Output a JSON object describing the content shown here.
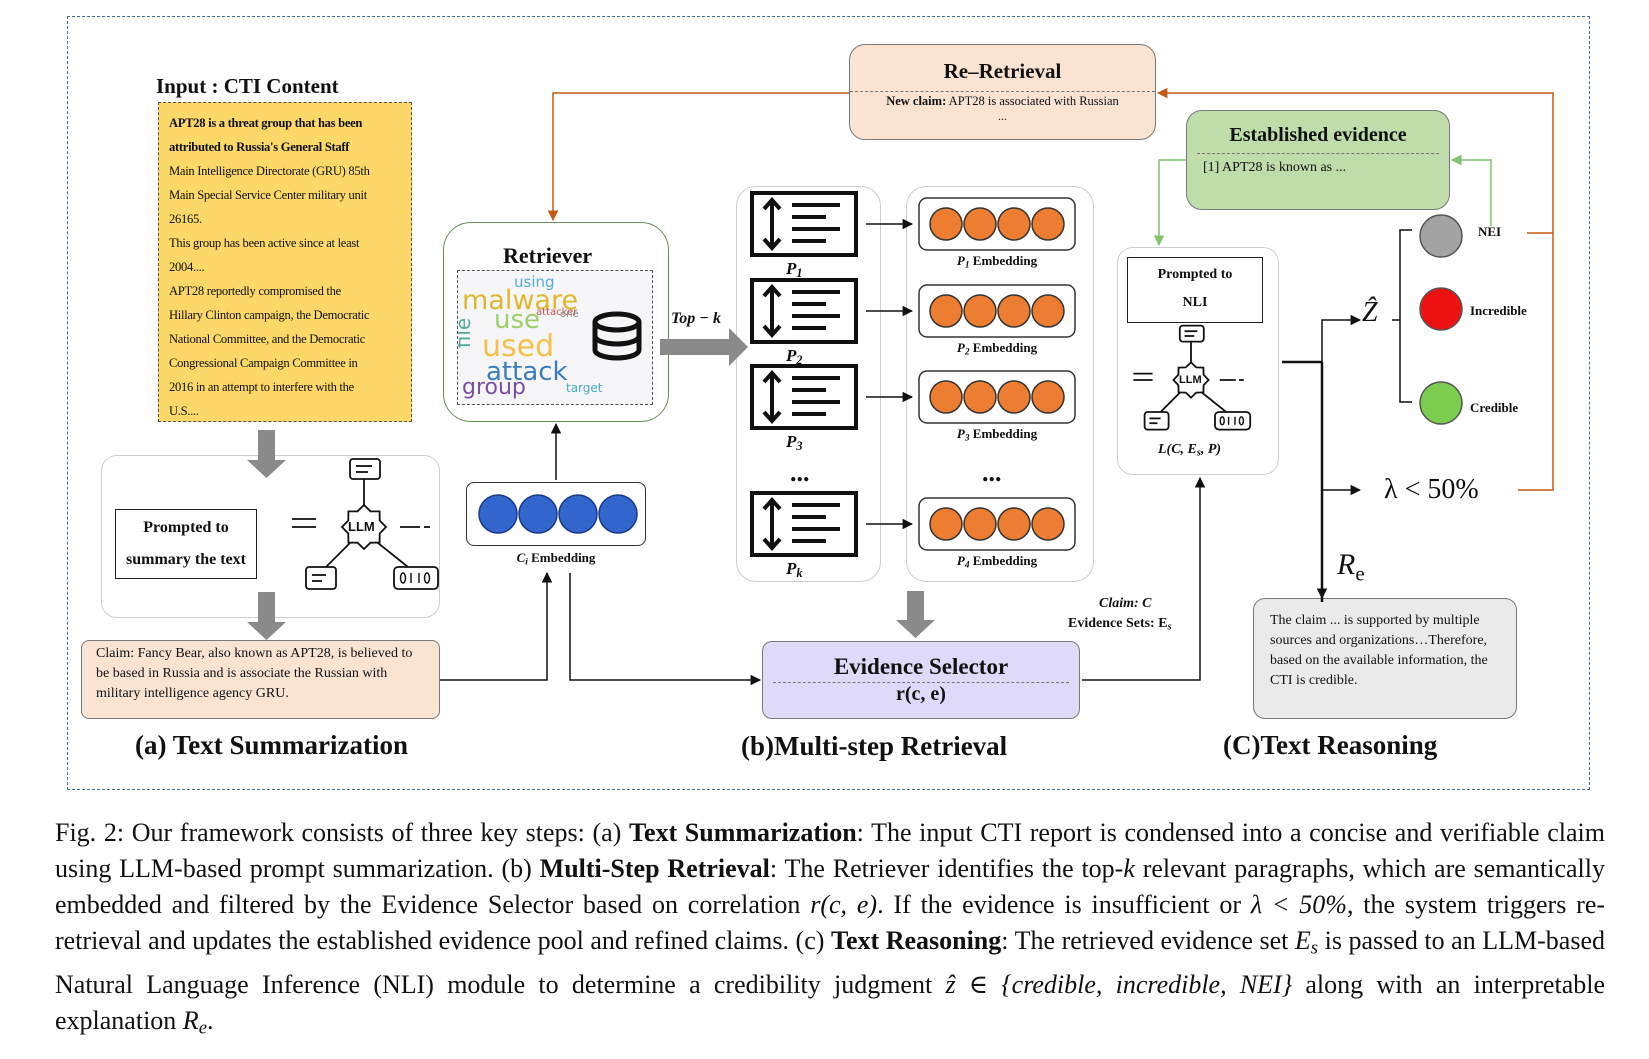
{
  "input": {
    "title": "Input : CTI Content",
    "lines": [
      "APT28 is a threat group that has been",
      "attributed to Russia's General Staff",
      "Main Intelligence Directorate (GRU) 85th",
      "Main Special Service Center military unit",
      "26165.",
      "This group has been active since at least",
      "2004....",
      "APT28 reportedly compromised the",
      "Hillary Clinton campaign, the Democratic",
      "National Committee, and the Democratic",
      "Congressional Campaign Committee in",
      "2016 in an attempt to interfere with the",
      "U.S...."
    ]
  },
  "summarization": {
    "prompt_line1": "Prompted to",
    "prompt_line2": "summary the text",
    "llm": "LLM",
    "claim_text": "Claim:  Fancy Bear, also known as APT28, is believed to be based in Russia and is associate the Russian with military  intelligence agency GRU.",
    "section_title": "(a) Text Summarization"
  },
  "retrieval": {
    "retriever_title": "Retriever",
    "topk": "Top − k",
    "wordcloud": [
      "malware",
      "use",
      "used",
      "attack",
      "group",
      "file",
      "using",
      "attacker",
      "target",
      "one"
    ],
    "claim_embedding": "Embedding",
    "claim_embedding_sym": "C",
    "claim_embedding_sub": "i",
    "passages": [
      {
        "sym": "P",
        "sub": "1",
        "emb": "Embedding"
      },
      {
        "sym": "P",
        "sub": "2",
        "emb": "Embedding"
      },
      {
        "sym": "P",
        "sub": "3",
        "emb": "Embedding"
      },
      {
        "sym": "P",
        "sub": "k",
        "emb": "Embedding",
        "emb_sub": "4"
      }
    ],
    "ellipsis": "...",
    "re_retrieval_title": "Re–Retrieval",
    "re_retrieval_prefix": "New claim:",
    "re_retrieval_text": " APT28 is associated with Russian",
    "re_retrieval_more": "...",
    "selector_title": "Evidence Selector",
    "selector_formula": "r(c, e)",
    "section_title": "(b)Multi-step Retrieval"
  },
  "reasoning": {
    "established_title": "Established evidence",
    "established_text": "[1] APT28 is known as ...",
    "prompt_line1": "Prompted  to",
    "prompt_line2": "NLI",
    "llm": "LLM",
    "formula": "L(C, E",
    "formula_sub": "s",
    "formula_end": ", P)",
    "claim_label": "Claim: C",
    "evidence_label": "Evidence  Sets: E",
    "evidence_sub": "s",
    "z_hat": "Ẑ",
    "outcomes": [
      {
        "label": "NEI",
        "color": "#a3a3a3"
      },
      {
        "label": "Incredible",
        "color": "#ee1111"
      },
      {
        "label": "Credible",
        "color": "#7ccd4f"
      }
    ],
    "lambda": "λ < 50%",
    "re": "R",
    "re_sub": "e",
    "explanation": "The claim  ... is supported by multiple  sources and organizations…Therefore,  based on the available information,  the CTI is credible.",
    "section_title": "(C)Text Reasoning"
  },
  "colors": {
    "cti_bg": "#fbd868",
    "claim_bg": "#fbe3d2",
    "established_bg": "#bfdcab",
    "selector_bg": "#e0dafa",
    "claim_embedding_dot": "#3366cc",
    "passage_embedding_dot": "#ed7d31",
    "retrieval_arrow": "#c55a11",
    "established_arrow": "#82c36b"
  },
  "caption": {
    "p1": "Fig. 2: Our framework consists of three key steps: (a) ",
    "b1": "Text Summarization",
    "p2": ": The input CTI report is condensed into a concise and verifiable claim using LLM-based prompt summarization. (b) ",
    "b2": "Multi-Step Retrieval",
    "p3": ": The Retriever identifies the top-",
    "k": "k",
    "p4": " relevant paragraphs, which are semantically embedded and filtered by the Evidence Selector based on correlation ",
    "rce": "r(c, e)",
    "p5": ". If the evidence is insufficient or ",
    "lam": "λ < 50%",
    "p6": ", the system triggers re-retrieval and updates the established evidence pool and refined claims. (c) ",
    "b3": "Text Reasoning",
    "p7": ": The retrieved evidence set ",
    "es": "E",
    "es_sub": "s",
    "p8": " is passed to an LLM-based Natural Language Inference (NLI) module to determine a credibility judgment ",
    "zset": "ẑ ∈ {credible, incredible, NEI}",
    "p9": " along with an interpretable explanation ",
    "re": "R",
    "re_sub": "e",
    "p10": "."
  }
}
